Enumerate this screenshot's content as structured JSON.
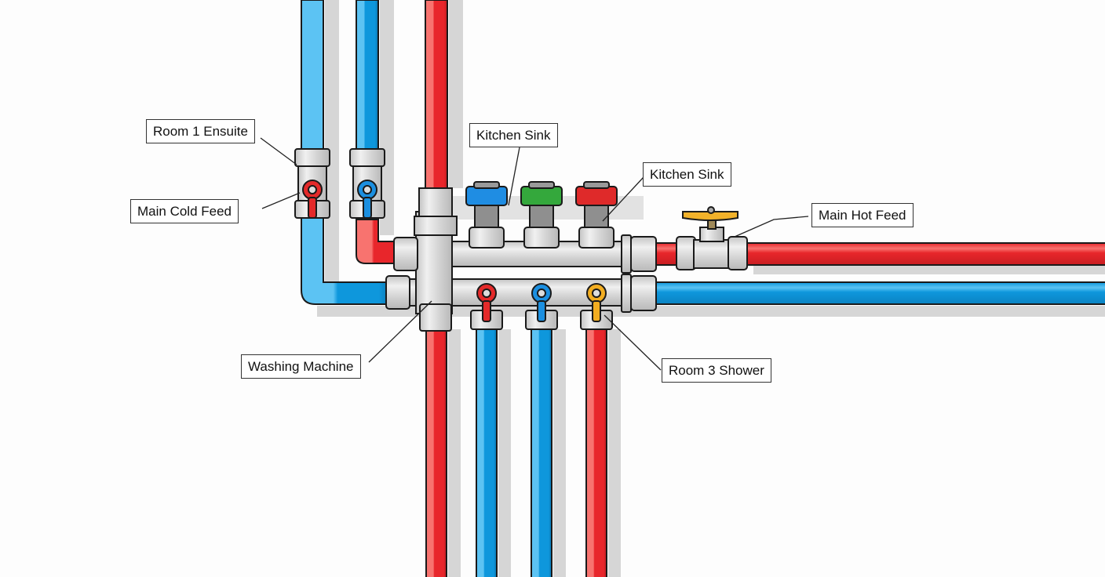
{
  "diagram": {
    "title": "Plumbing manifold with hot and cold feeds",
    "colors": {
      "hot": "#e8262b",
      "hot_light": "#f8736f",
      "cold": "#0e97dc",
      "cold_light": "#5cc3f3",
      "fitting": "#d4d4d4",
      "fitting_light": "#ececec",
      "shadow": "#d6d6d6",
      "outline": "#1a1a1a",
      "handle_red": "#e42a2a",
      "handle_blue": "#1b8fe0",
      "handle_yellow": "#f2ad21",
      "cap_blue": "#1f8de3",
      "cap_green": "#34a83c",
      "cap_red": "#df2a2a",
      "tap_yellow": "#f2b22a"
    },
    "labels": [
      {
        "id": "room-1-ensuite",
        "text": "Room 1 Ensuite"
      },
      {
        "id": "main-cold-feed",
        "text": "Main Cold Feed"
      },
      {
        "id": "kitchen-sink-1",
        "text": "Kitchen Sink"
      },
      {
        "id": "kitchen-sink-2",
        "text": "Kitchen Sink"
      },
      {
        "id": "main-hot-feed",
        "text": "Main Hot Feed"
      },
      {
        "id": "washing-machine",
        "text": "Washing Machine"
      },
      {
        "id": "room-3-shower",
        "text": "Room 3 Shower"
      }
    ],
    "pipes": [
      {
        "id": "cold-riser-left",
        "type": "cold"
      },
      {
        "id": "cold-riser-right",
        "type": "cold"
      },
      {
        "id": "hot-riser",
        "type": "hot"
      },
      {
        "id": "main-hot-feed-line",
        "type": "hot"
      },
      {
        "id": "main-cold-feed-line",
        "type": "cold"
      },
      {
        "id": "outlet-1",
        "type": "hot"
      },
      {
        "id": "outlet-2",
        "type": "cold"
      },
      {
        "id": "outlet-3",
        "type": "cold"
      },
      {
        "id": "outlet-4",
        "type": "hot"
      }
    ],
    "valves": [
      {
        "id": "riser-valve-left",
        "handle": "red"
      },
      {
        "id": "riser-valve-right",
        "handle": "blue"
      },
      {
        "id": "outlet-valve-1",
        "handle": "red"
      },
      {
        "id": "outlet-valve-2",
        "handle": "blue"
      },
      {
        "id": "outlet-valve-3",
        "handle": "yellow"
      }
    ],
    "caps": [
      {
        "id": "cap-1",
        "color": "blue"
      },
      {
        "id": "cap-2",
        "color": "green"
      },
      {
        "id": "cap-3",
        "color": "red"
      }
    ]
  }
}
